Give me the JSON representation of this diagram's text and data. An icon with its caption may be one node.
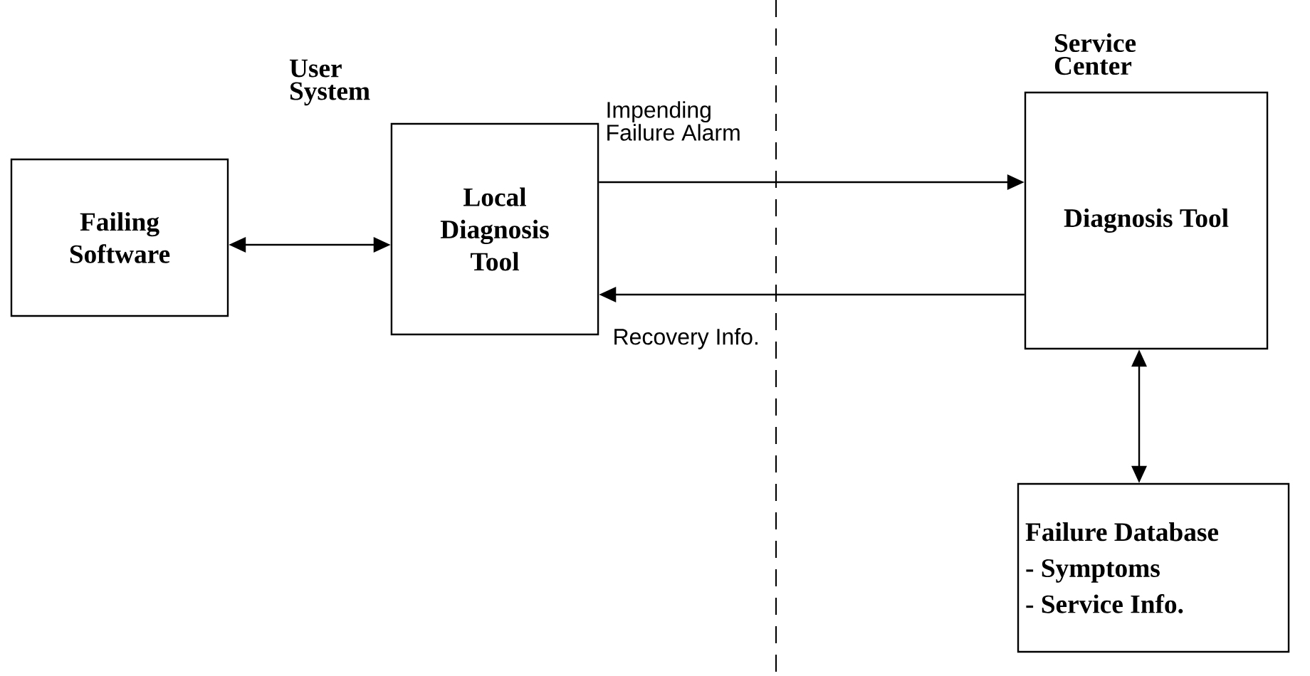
{
  "diagram": {
    "nodes": [
      {
        "text": [
          "Failing Software"
        ]
      },
      {
        "text": [
          "Local Diagnosis Tool"
        ]
      },
      {
        "text": [
          "Diagnosis Tool"
        ]
      },
      {
        "text": [
          "Failure Database",
          "- Symptoms",
          "- Service Info."
        ]
      }
    ],
    "edges": [
      {
        "from": 0,
        "to": 1,
        "arrow": "both"
      },
      {
        "from": 1,
        "to": 2,
        "arrow": "to",
        "label": "Impending Failure Alarm"
      },
      {
        "from": 2,
        "to": 1,
        "arrow": "to",
        "label": "Recovery Info."
      },
      {
        "from": 2,
        "to": 3,
        "arrow": "both"
      }
    ],
    "labels": [
      "User System",
      "Service Center"
    ]
  }
}
